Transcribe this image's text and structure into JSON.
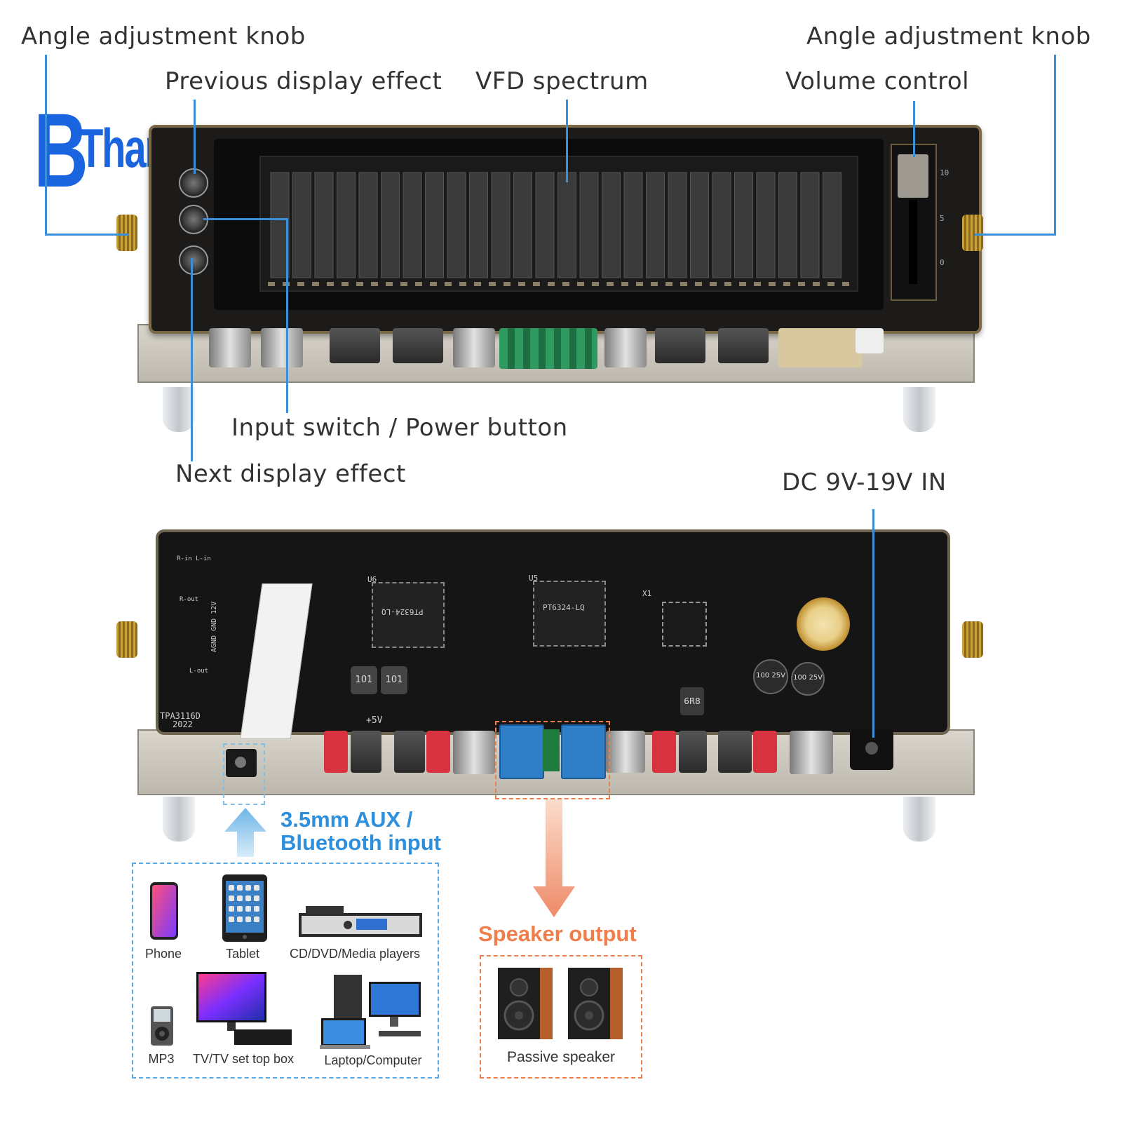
{
  "brand": {
    "watermark": "ThanksBuyer"
  },
  "callouts": {
    "angle_knob_left": "Angle adjustment knob",
    "angle_knob_right": "Angle adjustment knob",
    "prev_effect": "Previous display effect",
    "vfd_spectrum": "VFD spectrum",
    "volume_control": "Volume control",
    "input_switch": "Input switch / Power button",
    "next_effect": "Next display effect",
    "dc_in": "DC 9V-19V IN"
  },
  "pcb": {
    "silk_u6": "U6",
    "silk_u5": "U5",
    "chip_u6_text": "PT6324-LQ",
    "chip_u5_text": "PT6324-LQ",
    "silk_tpa": "TPA3116D",
    "silk_date": "2022",
    "silk_5v": "+5V",
    "silk_rin": "R-in L-in",
    "silk_rout": "R-out",
    "silk_lout": "L-out",
    "silk_agnd": "AGND GND 12V",
    "silk_x1": "X1",
    "cap_label_1": "100 25V",
    "cap_label_2": "100 25V",
    "inductor_1": "101",
    "inductor_2": "101",
    "inductor_3": "6R8"
  },
  "sections": {
    "aux_label_line1": "3.5mm AUX /",
    "aux_label_line2": "Bluetooth input",
    "speaker_label": "Speaker output"
  },
  "devices": [
    {
      "label": "Phone",
      "icon": "phone-icon"
    },
    {
      "label": "Tablet",
      "icon": "tablet-icon"
    },
    {
      "label": "CD/DVD/Media players",
      "icon": "media-player-icon"
    },
    {
      "label": "MP3",
      "icon": "mp3-icon"
    },
    {
      "label": "TV/TV set top box",
      "icon": "tv-icon"
    },
    {
      "label": "Laptop/Computer",
      "icon": "computer-icon"
    }
  ],
  "speaker": {
    "label": "Passive speaker",
    "icon": "speaker-icon"
  },
  "slider_scale": [
    "10",
    "5",
    "0"
  ],
  "colors": {
    "callout_line": "#3a8fd8",
    "aux_blue": "#2e8fdc",
    "speaker_orange": "#ef7e4b",
    "brand_blue": "#1a64e0"
  }
}
